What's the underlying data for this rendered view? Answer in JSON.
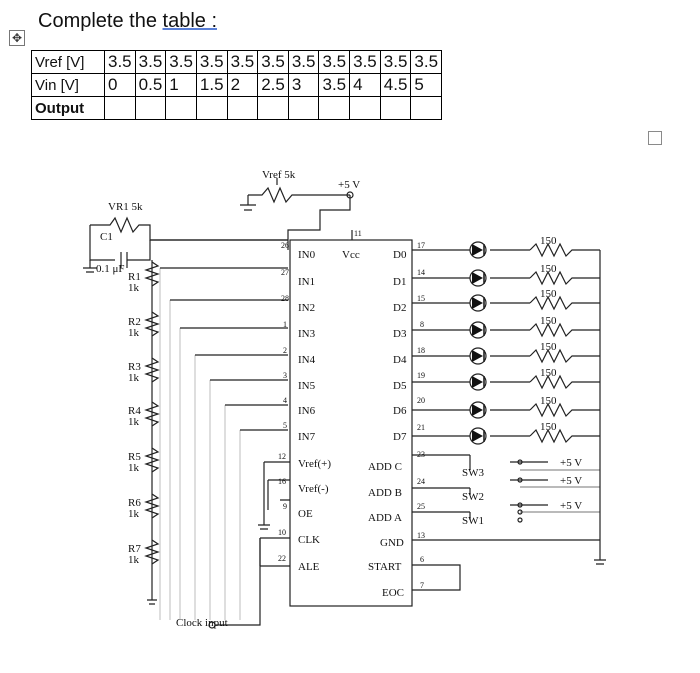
{
  "heading": {
    "prefix": "Complete the ",
    "underlined": "table :"
  },
  "table": {
    "rows": [
      {
        "label": "Vref [V]",
        "cells": [
          "3.5",
          "3.5",
          "3.5",
          "3.5",
          "3.5",
          "3.5",
          "3.5",
          "3.5",
          "3.5",
          "3.5",
          "3.5"
        ]
      },
      {
        "label": "Vin [V]",
        "cells": [
          "0",
          "0.5",
          "1",
          "1.5",
          "2",
          "2.5",
          "3",
          "3.5",
          "4",
          "4.5",
          "5"
        ]
      },
      {
        "label": "Output",
        "cells": [
          "",
          "",
          "",
          "",
          "",
          "",
          "",
          "",
          "",
          "",
          ""
        ]
      }
    ]
  },
  "circuit": {
    "vref_label": "Vref 5k",
    "supply_label": "+5 V",
    "vr1_label": "VR1 5k",
    "c1_label": "C1",
    "c1_value": "0.1 μF",
    "res_labels": [
      "R1",
      "R2",
      "R3",
      "R4",
      "R5",
      "R6",
      "R7"
    ],
    "res_value": "1k",
    "chip_inputs": [
      "IN0",
      "IN1",
      "IN2",
      "IN3",
      "IN4",
      "IN5",
      "IN6",
      "IN7"
    ],
    "chip_input_pins": [
      "26",
      "27",
      "28",
      "1",
      "2",
      "3",
      "4",
      "5"
    ],
    "chip_outputs": [
      "D0",
      "D1",
      "D2",
      "D3",
      "D4",
      "D5",
      "D6",
      "D7"
    ],
    "chip_output_pins": [
      "17",
      "14",
      "15",
      "8",
      "18",
      "19",
      "20",
      "21"
    ],
    "vcc_label": "Vcc",
    "vcc_pin": "11",
    "chip_controls": [
      "Vref(+)",
      "Vref(-)",
      "OE",
      "CLK",
      "ALE"
    ],
    "control_pins": [
      "12",
      "16",
      "9",
      "10",
      "22"
    ],
    "addr_labels": [
      "ADD C",
      "ADD B",
      "ADD A"
    ],
    "addr_pins": [
      "23",
      "24",
      "25"
    ],
    "gnd_label": "GND",
    "gnd_pin": "13",
    "start_label": "START",
    "start_pin": "6",
    "eoc_label": "EOC",
    "eoc_pin": "7",
    "led_res_value": "150",
    "switch_labels": [
      "SW3",
      "SW2",
      "SW1"
    ],
    "switch_supply": "+5 V",
    "clock_label": "Clock input"
  }
}
